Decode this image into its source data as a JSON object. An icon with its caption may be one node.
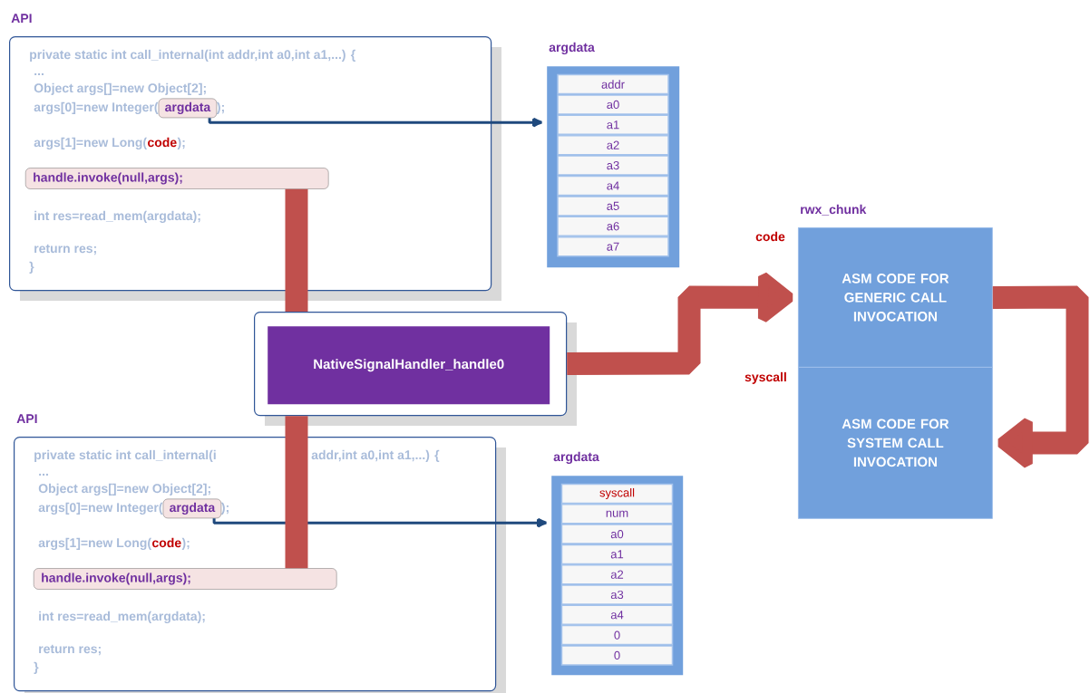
{
  "diagram": {
    "nodes": [
      {
        "text": [
          "API",
          "private static int call_internal(int addr,int a0,int a1,...) {",
          "...",
          "Object args[]=new Object[2];",
          "args[0]=new Integer(",
          ");",
          "args[1]=new Long(",
          "code",
          ");",
          "int res=read_mem(argdata);",
          "return res;",
          "}"
        ]
      },
      {
        "text": [
          "argdata"
        ],
        "in": 0
      },
      {
        "text": [
          "handle.invoke(null,args);"
        ],
        "in": 0
      },
      {
        "text": [
          "argdata"
        ]
      },
      {
        "text": [
          "addr"
        ],
        "in": 3
      },
      {
        "text": [
          "a0"
        ],
        "in": 3
      },
      {
        "text": [
          "a1"
        ],
        "in": 3
      },
      {
        "text": [
          "a2"
        ],
        "in": 3
      },
      {
        "text": [
          "a3"
        ],
        "in": 3
      },
      {
        "text": [
          "a4"
        ],
        "in": 3
      },
      {
        "text": [
          "a5"
        ],
        "in": 3
      },
      {
        "text": [
          "a6"
        ],
        "in": 3
      },
      {
        "text": [
          "a7"
        ],
        "in": 3
      },
      {
        "text": [
          "rwx_chunk"
        ]
      },
      {
        "text": [
          "ASM CODE FOR GENERIC CALL INVOCATION"
        ],
        "beside": [
          "code"
        ],
        "in": 13
      },
      {
        "text": [
          "ASM CODE FOR SYSTEM CALL INVOCATION"
        ],
        "beside": [
          "syscall"
        ],
        "in": 13
      },
      {
        "text": [],
        "shape": "box"
      },
      {
        "text": [
          "NativeSignalHandler_handle0"
        ],
        "in": 16
      },
      {
        "text": [
          "API",
          "private static int call_internal(i",
          "addr,int a0,int a1,...) {",
          "...",
          "Object args[]=new Object[2];",
          "args[0]=new Integer(",
          ");",
          "args[1]=new Long(",
          "code",
          ");",
          "int res=read_mem(argdata);",
          "return res;",
          "}"
        ]
      },
      {
        "text": [
          "argdata"
        ],
        "in": 18
      },
      {
        "text": [
          "handle.invoke(null,args);"
        ],
        "in": 18
      },
      {
        "text": [
          "argdata"
        ]
      },
      {
        "text": [
          "syscall"
        ],
        "in": 21
      },
      {
        "text": [
          "num"
        ],
        "in": 21
      },
      {
        "text": [
          "a0"
        ],
        "in": 21
      },
      {
        "text": [
          "a1"
        ],
        "in": 21
      },
      {
        "text": [
          "a2"
        ],
        "in": 21
      },
      {
        "text": [
          "a3"
        ],
        "in": 21
      },
      {
        "text": [
          "a4"
        ],
        "in": 21
      },
      {
        "text": [
          "0"
        ],
        "in": 21
      },
      {
        "text": [
          "0"
        ],
        "in": 21
      }
    ],
    "edges": [
      {
        "from": 1,
        "to": 3,
        "arrow": "to",
        "color": "#1f497d"
      },
      {
        "from": 19,
        "to": 21,
        "arrow": "to",
        "color": "#1f497d"
      },
      {
        "from": 2,
        "to": 16,
        "arrow": "none"
      },
      {
        "from": 16,
        "to": 20,
        "arrow": "none"
      },
      {
        "from": 16,
        "to": 14,
        "arrow": "to"
      },
      {
        "from": 14,
        "to": 15,
        "arrow": "to"
      }
    ]
  }
}
